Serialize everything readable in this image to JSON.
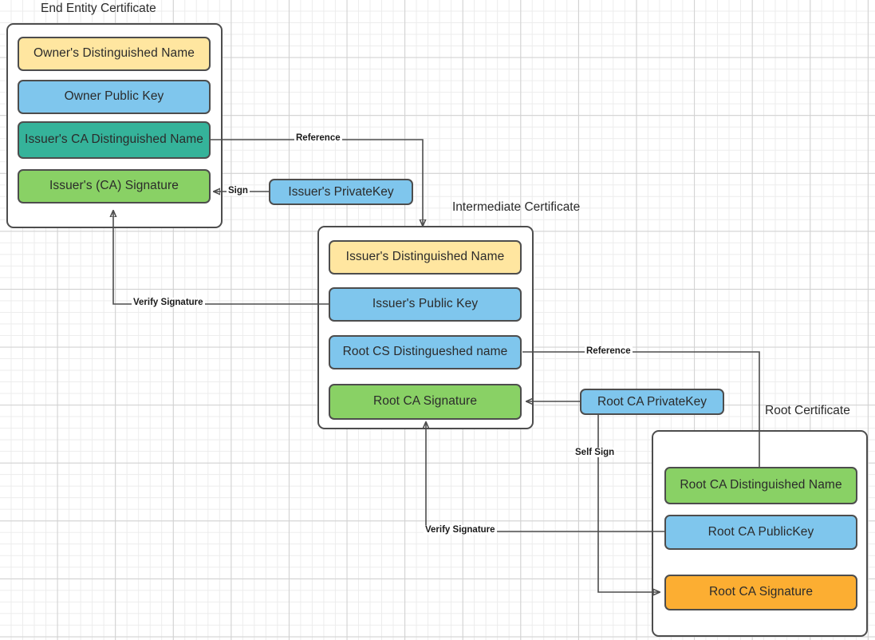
{
  "diagram": {
    "title_labels": [
      {
        "key": "end_entity",
        "text": "End Entity Certificate"
      },
      {
        "key": "intermediate",
        "text": "Intermediate Certificate"
      },
      {
        "key": "root",
        "text": "Root Certificate"
      }
    ],
    "certificates": {
      "end_entity": {
        "title": "End Entity Certificate",
        "fields": [
          {
            "label": "Owner's Distinguished Name",
            "color": "#ffe6a0"
          },
          {
            "label": "Owner Public  Key",
            "color": "#7fc6ed"
          },
          {
            "label": "Issuer's CA Distinguished Name",
            "color": "#35b39a"
          },
          {
            "label": "Issuer's (CA) Signature",
            "color": "#89d165"
          }
        ]
      },
      "intermediate": {
        "title": "Intermediate Certificate",
        "fields": [
          {
            "label": "Issuer's Distinguished Name",
            "color": "#ffe6a0"
          },
          {
            "label": "Issuer's Public  Key",
            "color": "#7fc6ed"
          },
          {
            "label": "Root CS Distingueshed name",
            "color": "#7fc6ed"
          },
          {
            "label": "Root CA Signature",
            "color": "#89d165"
          }
        ]
      },
      "root": {
        "title": "Root Certificate",
        "fields": [
          {
            "label": "Root CA Distinguished Name",
            "color": "#89d165"
          },
          {
            "label": "Root CA PublicKey",
            "color": "#7fc6ed"
          },
          {
            "label": "Root CA Signature",
            "color": "#fcae32"
          }
        ]
      }
    },
    "keys": [
      {
        "key": "issuer_private",
        "label": "Issuer's PrivateKey",
        "color": "#7fc6ed"
      },
      {
        "key": "root_private",
        "label": "Root CA PrivateKey",
        "color": "#7fc6ed"
      }
    ],
    "edge_labels": [
      {
        "key": "reference_top",
        "text": "Reference"
      },
      {
        "key": "sign",
        "text": "Sign"
      },
      {
        "key": "verify_top",
        "text": "Verify Signature"
      },
      {
        "key": "reference_bottom",
        "text": "Reference"
      },
      {
        "key": "self_sign",
        "text": "Self Sign"
      },
      {
        "key": "verify_bottom",
        "text": "Verify Signature"
      }
    ],
    "colors": {
      "stroke": "#4d4d4d",
      "text": "#2b2b2b",
      "grid_minor": "#ececec",
      "grid_major": "#d0d0d0",
      "background": "#ffffff"
    }
  }
}
